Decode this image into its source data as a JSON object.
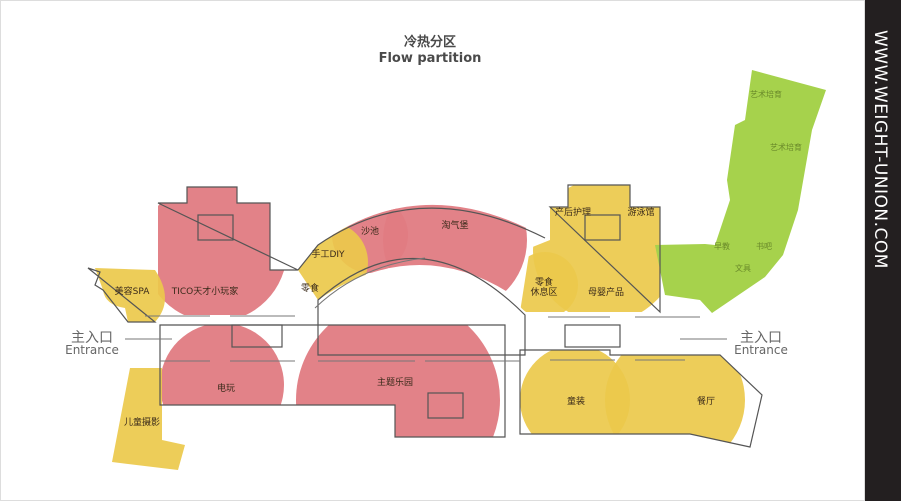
{
  "title": {
    "cn": "冷热分区",
    "en": "Flow partition"
  },
  "brand": "WWW.WEIGHT-UNION.COM",
  "colors": {
    "hot": "#e07b82",
    "warm": "#ecc94b",
    "cool": "#a6d24c",
    "sidebar": "#231f20"
  },
  "entrances": {
    "left": {
      "cn": "主入口",
      "en": "Entrance"
    },
    "right": {
      "cn": "主入口",
      "en": "Entrance"
    }
  },
  "zones": {
    "spa": "美容SPA",
    "tico": "TICO天才小玩家",
    "diy": "手工DIY",
    "snack": "零食",
    "sandpit": "沙池",
    "castle": "淘气堡",
    "games": "电玩",
    "theme_park": "主题乐园",
    "photo": "儿童摄影",
    "postnatal": "产后护理",
    "swimming": "游泳馆",
    "rest_1": "零食",
    "rest_2": "休息区",
    "baby": "母婴产品",
    "kids_wear": "童装",
    "restaurant": "餐厅",
    "art_1": "艺术培育",
    "art_2": "艺术培育",
    "early_edu": "早教",
    "books": "书吧",
    "stationery": "文具"
  }
}
